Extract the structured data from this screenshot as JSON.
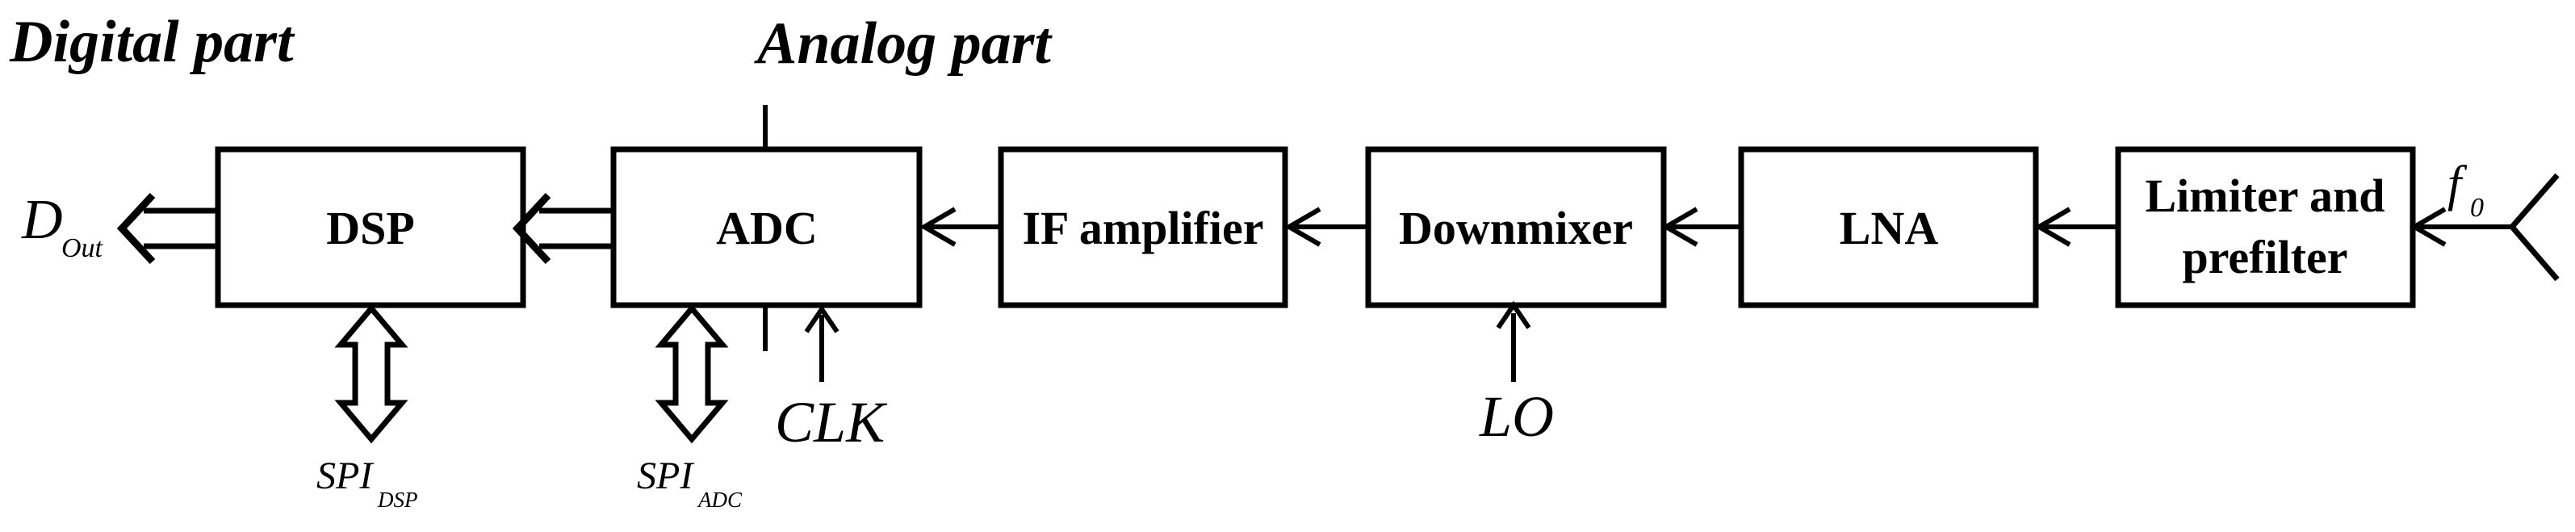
{
  "diagram": {
    "digital_section_label": "Digital part",
    "analog_section_label": "Analog part",
    "blocks": [
      {
        "label": "DSP"
      },
      {
        "label": "ADC"
      },
      {
        "label": "IF amplifier"
      },
      {
        "label": "Downmixer"
      },
      {
        "label": "LNA"
      },
      {
        "label_line1": "Limiter and",
        "label_line2": "prefilter"
      }
    ],
    "signals": {
      "output_main": "D",
      "output_sub": "Out",
      "spi_main": "SPI",
      "spi_dsp_sub": "DSP",
      "spi_adc_sub": "ADC",
      "clk": "CLK",
      "lo": "LO",
      "input_main": "f",
      "input_sub": "0"
    },
    "colors": {
      "ink": "#000000",
      "background": "#ffffff"
    }
  }
}
